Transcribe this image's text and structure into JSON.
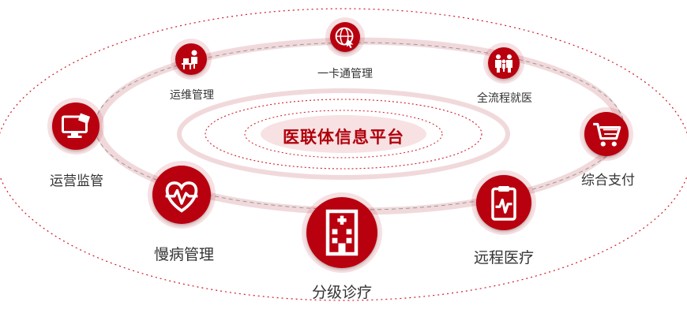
{
  "center": {
    "title": "医联体信息平台"
  },
  "nodes": {
    "card": {
      "label": "一卡通管理",
      "icon": "globe-cursor-icon"
    },
    "ops": {
      "label": "运维管理",
      "icon": "desk-worker-icon"
    },
    "visit": {
      "label": "全流程就医",
      "icon": "family-icon"
    },
    "monitor": {
      "label": "运营监管",
      "icon": "monitor-icon"
    },
    "pay": {
      "label": "综合支付",
      "icon": "shopping-cart-icon"
    },
    "chronic": {
      "label": "慢病管理",
      "icon": "heart-pulse-icon"
    },
    "tiered": {
      "label": "分级诊疗",
      "icon": "hospital-building-icon"
    },
    "remote": {
      "label": "远程医疗",
      "icon": "clipboard-ecg-icon"
    }
  },
  "colors": {
    "accent": "#b8000f",
    "text": "#333333"
  }
}
